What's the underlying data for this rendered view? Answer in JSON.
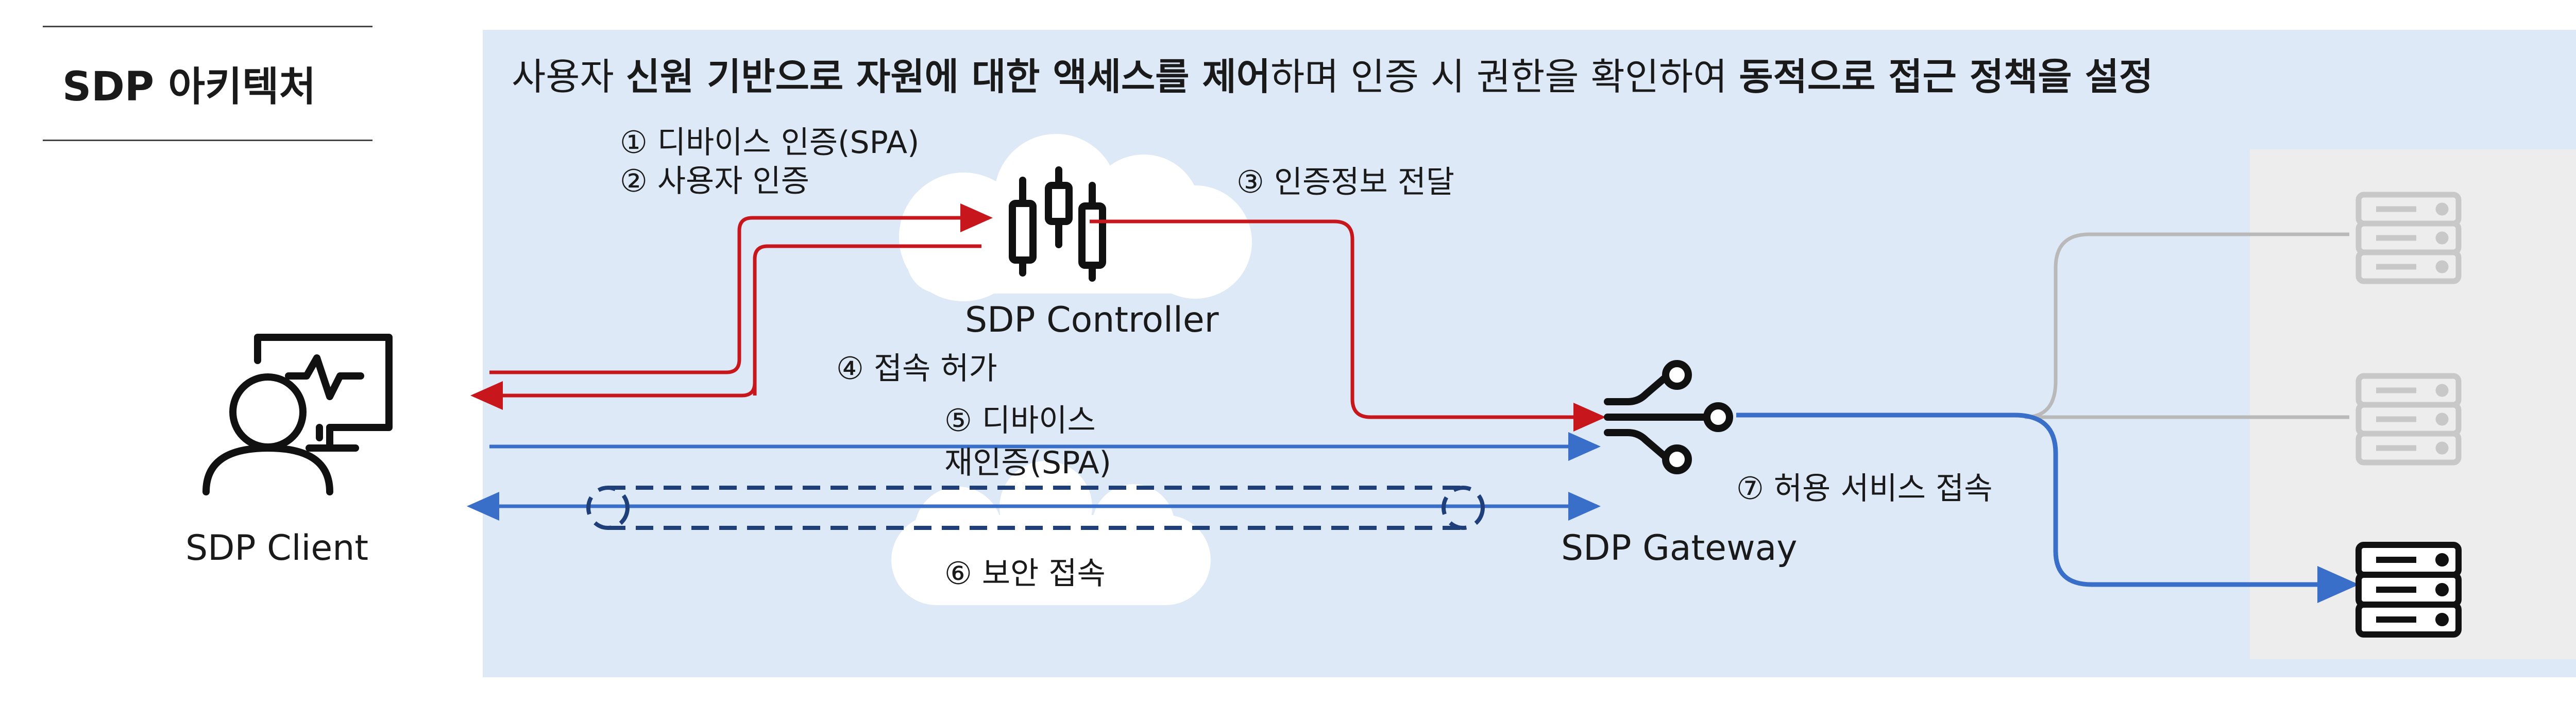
{
  "page": {
    "title": "SDP 아키텍처"
  },
  "headline": {
    "p1": "사용자 ",
    "b1": "신원 기반으로 자원에 대한 액세스를 제어",
    "p2": "하며 인증 시 권한을 확인하여 ",
    "b2": "동적으로 접근 정책을 설정"
  },
  "nodes": {
    "client": "SDP Client",
    "controller": "SDP Controller",
    "gateway": "SDP Gateway"
  },
  "steps": {
    "s1": "① 디바이스 인증(SPA)",
    "s2": "② 사용자 인증",
    "s3": "③ 인증정보 전달",
    "s4": "④ 접속 허가",
    "s5a": "⑤ 디바이스",
    "s5b": "재인증(SPA)",
    "s6": "⑥ 보안 접속",
    "s7": "⑦ 허용 서비스 접속"
  },
  "icons": [
    "client-monitor-user-icon",
    "controller-sliders-icon",
    "gateway-branch-icon",
    "server-icon"
  ],
  "colors": {
    "red": "#c8161d",
    "blue": "#3a6fc9",
    "navy": "#1f3f7a",
    "panel": "#dde9f6",
    "grey": "#b9b9b9"
  }
}
